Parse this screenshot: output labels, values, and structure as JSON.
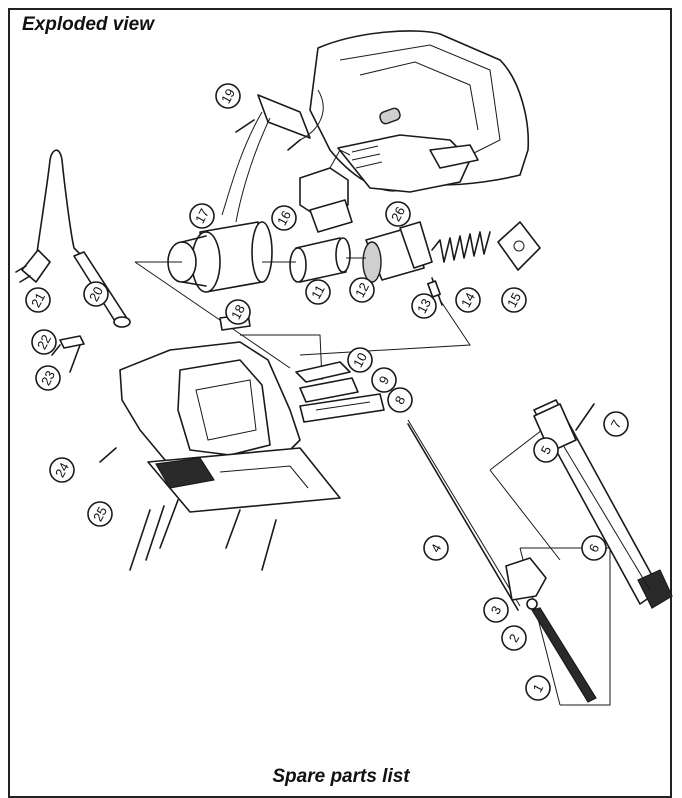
{
  "header": {
    "title": "Exploded view"
  },
  "footer": {
    "caption": "Spare parts list"
  },
  "callouts": [
    "1",
    "2",
    "3",
    "4",
    "5",
    "6",
    "7",
    "8",
    "9",
    "10",
    "11",
    "12",
    "13",
    "14",
    "15",
    "16",
    "17",
    "18",
    "19",
    "20",
    "21",
    "22",
    "23",
    "24",
    "25",
    "26"
  ]
}
